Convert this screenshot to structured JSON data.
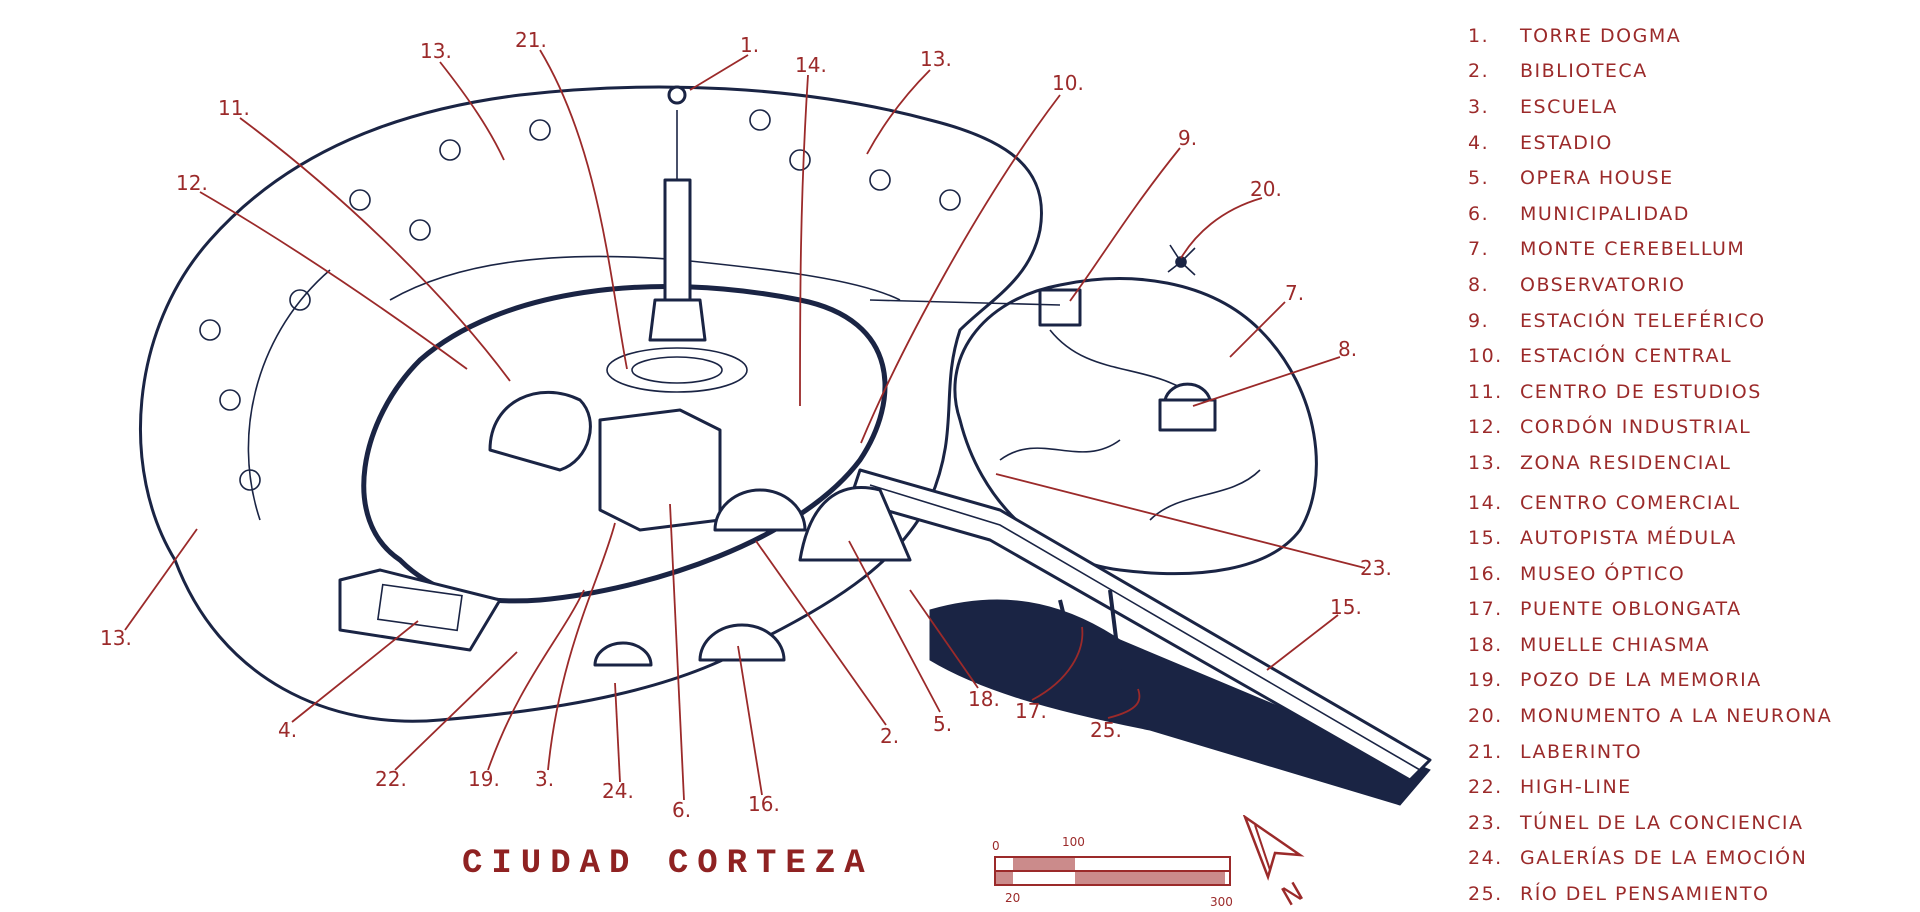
{
  "title": "CIUDAD CORTEZA",
  "colors": {
    "ink": "#1a2444",
    "accent": "#9b2a2a",
    "background": "#ffffff"
  },
  "legend": [
    {
      "num": "1.",
      "label": "Torre Dogma"
    },
    {
      "num": "2.",
      "label": "Biblioteca"
    },
    {
      "num": "3.",
      "label": "Escuela"
    },
    {
      "num": "4.",
      "label": "Estadio"
    },
    {
      "num": "5.",
      "label": "Opera House"
    },
    {
      "num": "6.",
      "label": "Municipalidad"
    },
    {
      "num": "7.",
      "label": "Monte Cerebellum"
    },
    {
      "num": "8.",
      "label": "Observatorio"
    },
    {
      "num": "9.",
      "label": "Estación Teleférico"
    },
    {
      "num": "10.",
      "label": "Estación Central"
    },
    {
      "num": "11.",
      "label": "Centro de Estudios"
    },
    {
      "num": "12.",
      "label": "Cordón Industrial"
    },
    {
      "num": "13.",
      "label": "Zona Residencial"
    },
    {
      "num": "14.",
      "label": "Centro Comercial"
    },
    {
      "num": "15.",
      "label": "Autopista Médula"
    },
    {
      "num": "16.",
      "label": "Museo Óptico"
    },
    {
      "num": "17.",
      "label": "Puente Oblongata"
    },
    {
      "num": "18.",
      "label": "Muelle Chiasma"
    },
    {
      "num": "19.",
      "label": "Pozo de la Memoria"
    },
    {
      "num": "20.",
      "label": "Monumento a la Neurona"
    },
    {
      "num": "21.",
      "label": "Laberinto"
    },
    {
      "num": "22.",
      "label": "High-Line"
    },
    {
      "num": "23.",
      "label": "Túnel de la Conciencia"
    },
    {
      "num": "24.",
      "label": "Galerías de la Emoción"
    },
    {
      "num": "25.",
      "label": "Río del Pensamiento"
    }
  ],
  "callouts": [
    "1.",
    "21.",
    "14.",
    "13.",
    "13.",
    "10.",
    "11.",
    "12.",
    "9.",
    "20.",
    "7.",
    "8.",
    "23.",
    "15.",
    "13.",
    "4.",
    "22.",
    "19.",
    "3.",
    "24.",
    "6.",
    "16.",
    "2.",
    "5.",
    "18.",
    "17.",
    "25."
  ],
  "scale_bar": {
    "ticks": [
      "0",
      "100",
      "20",
      "300"
    ]
  },
  "north_arrow": {
    "letter": "N"
  }
}
